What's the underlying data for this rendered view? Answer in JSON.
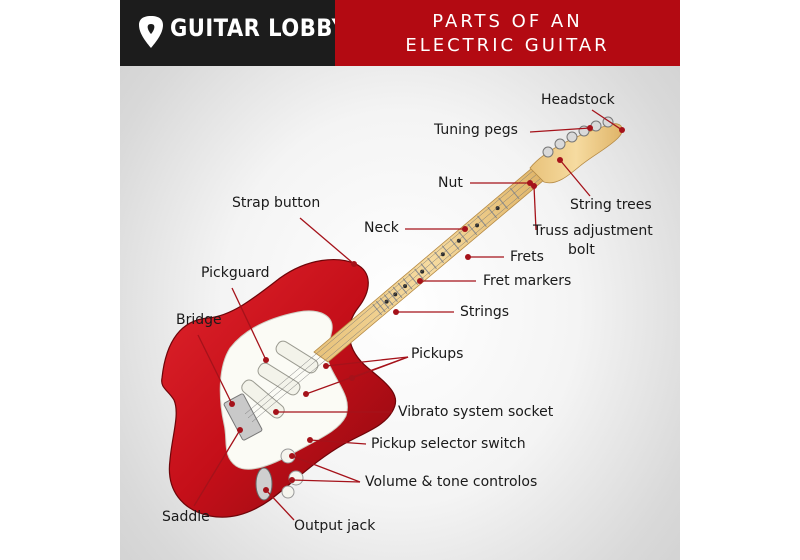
{
  "header": {
    "brand": "GUITAR LOBBY",
    "title_line1": "PARTS OF AN",
    "title_line2": "ELECTRIC GUITAR"
  },
  "colors": {
    "brand_dark": "#1c1c1c",
    "brand_red": "#b30a12",
    "guitar_body": "#c50f19",
    "maple": "#f0cf8a"
  },
  "labels": {
    "headstock": "Headstock",
    "tuning_pegs": "Tuning pegs",
    "nut": "Nut",
    "string_trees": "String trees",
    "strap_button": "Strap button",
    "neck": "Neck",
    "truss_line1": "Truss adjustment",
    "truss_line2": "bolt",
    "frets": "Frets",
    "fret_markers": "Fret markers",
    "pickguard": "Pickguard",
    "strings": "Strings",
    "bridge": "Bridge",
    "pickups": "Pickups",
    "vibrato": "Vibrato system socket",
    "selector": "Pickup selector switch",
    "volume_tone": "Volume & tone controlos",
    "saddle": "Saddle",
    "output_jack": "Output jack"
  }
}
